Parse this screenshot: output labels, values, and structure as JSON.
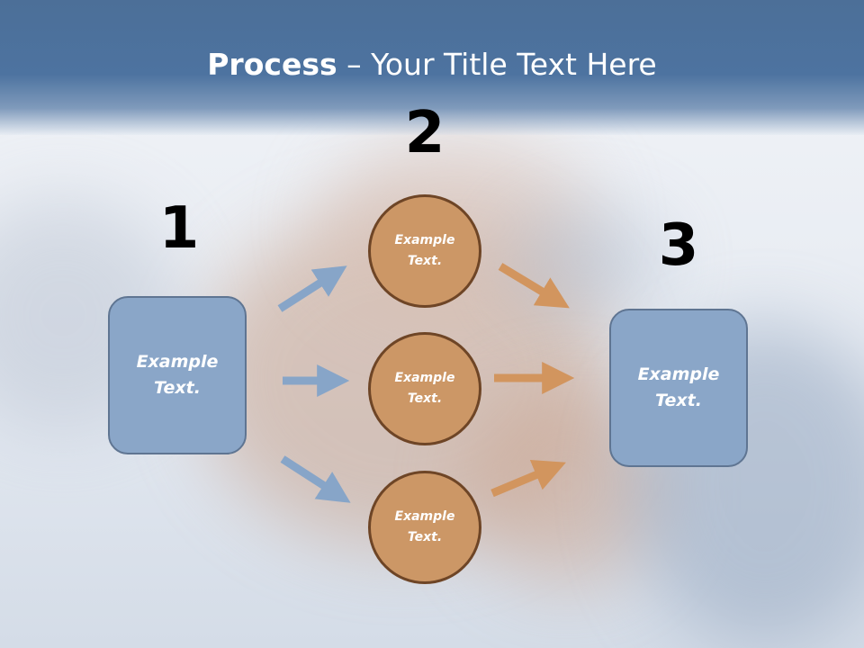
{
  "slide": {
    "title_bold": "Process",
    "title_rest": " – Your Title Text Here"
  },
  "steps": [
    {
      "number": "1",
      "text": "Example Text."
    },
    {
      "number": "2",
      "text": ""
    },
    {
      "number": "3",
      "text": "Example Text."
    }
  ],
  "circles": [
    {
      "text": "Example Text."
    },
    {
      "text": "Example Text."
    },
    {
      "text": "Example Text."
    }
  ],
  "colors": {
    "header": "#4d73a0",
    "box_fill": "#8aa6c8",
    "circle_fill": "#cc9766",
    "arrow_blue": "#87a5c8",
    "arrow_orange": "#d2955e"
  }
}
